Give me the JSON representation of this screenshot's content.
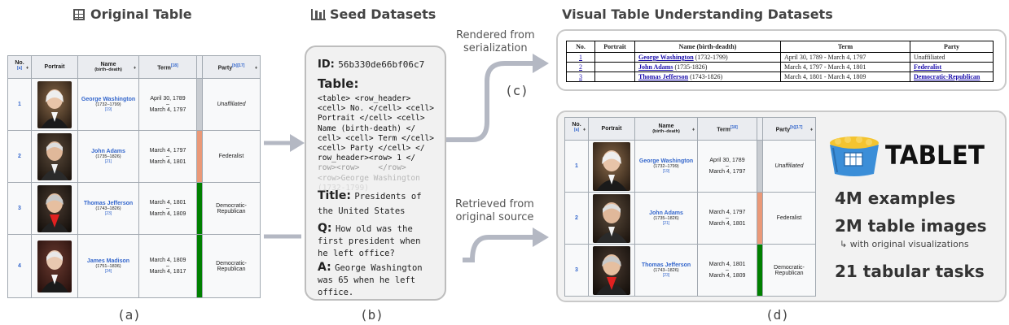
{
  "headers": {
    "original": "Original Table",
    "seed": "Seed Datasets",
    "visual": "Visual Table Understanding Datasets"
  },
  "panel_labels": {
    "a": "(a)",
    "b": "(b)",
    "c": "(c)",
    "d": "(d)"
  },
  "arrow_labels": {
    "rendered": [
      "Rendered from",
      "serialization"
    ],
    "retrieved": [
      "Retrieved from",
      "original source"
    ]
  },
  "original_table": {
    "headers": {
      "no": "No.",
      "no_ref": "[a]",
      "portrait": "Portrait",
      "name": "Name",
      "name_sub": "(birth–death)",
      "term": "Term",
      "term_ref": "[18]",
      "party": "Party",
      "party_ref": "[b][17]"
    },
    "rows": [
      {
        "no": "1",
        "name": "George Washington",
        "life": "(1732–1799)",
        "ref": "[19]",
        "term_start": "April 30, 1789",
        "dash": "–",
        "term_end": "March 4, 1797",
        "party": "Unaffiliated",
        "party2": "",
        "party_color": "#c8ccd1"
      },
      {
        "no": "2",
        "name": "John Adams",
        "life": "(1735–1826)",
        "ref": "[21]",
        "term_start": "March 4, 1797",
        "dash": "–",
        "term_end": "March 4, 1801",
        "party": "Federalist",
        "party2": "",
        "party_color": "#ea9978"
      },
      {
        "no": "3",
        "name": "Thomas Jefferson",
        "life": "(1743–1826)",
        "ref": "[23]",
        "term_start": "March 4, 1801",
        "dash": "–",
        "term_end": "March 4, 1809",
        "party": "Democratic-",
        "party2": "Republican",
        "party_color": "#008000"
      },
      {
        "no": "4",
        "name": "James Madison",
        "life": "(1751–1836)",
        "ref": "[24]",
        "term_start": "March 4, 1809",
        "dash": "–",
        "term_end": "March 4, 1817",
        "party": "Democratic-",
        "party2": "Republican",
        "party_color": "#008000"
      }
    ]
  },
  "seed": {
    "id_key": "ID:",
    "id_val": "56b330de66bf06c7",
    "table_key": "Table:",
    "table_lines": [
      "<table> <row_header>",
      "<cell> No. </cell> <cell>",
      "Portrait </cell> <cell>",
      "Name (birth-death) </",
      "cell> <cell> Term </cell>",
      "<cell> Party </cell> </",
      "row_header><row> 1 </"
    ],
    "table_fade_lines": [
      "row><row>    </row>",
      "<row>George Washington",
      "(1732-1799)"
    ],
    "title_key": "Title:",
    "title_lines": [
      "Presidents of",
      "the United States"
    ],
    "q_key": "Q:",
    "q_lines": [
      "How old was the",
      "first president when",
      "he left office?"
    ],
    "a_key": "A:",
    "a_lines": [
      "George Washington",
      "was 65 when he left",
      "office."
    ]
  },
  "serialized_table": {
    "headers": [
      "No.",
      "Portrait",
      "Name (birth-deadth)",
      "Term",
      "Party"
    ],
    "rows": [
      {
        "no": "1",
        "name": "George Washington",
        "life": " (1732-1799)",
        "term": "April 30, 1789 - March 4, 1797",
        "party": "Unaffiliated",
        "party_link": false
      },
      {
        "no": "2",
        "name": "John Adams",
        "life": " (1735-1826)",
        "term": "March 4, 1797 - March 4, 1801",
        "party": "Federalist",
        "party_link": true
      },
      {
        "no": "3",
        "name": "Thomas Jefferson",
        "life": " (1743-1826)",
        "term": "March 4, 1801 - March 4, 1809",
        "party": "Democratic-Republican",
        "party_link": true
      }
    ]
  },
  "tablet": {
    "name": "TABLET",
    "stats": [
      "4M examples",
      "2M table images",
      "21 tabular tasks"
    ],
    "note": "with original visualizations"
  },
  "colors": {
    "wiki_link": "#3366cc",
    "federalist": "#ea9978",
    "dem_rep": "#008000",
    "unaffiliated": "#c8ccd1",
    "arrow": "#b4b8c3"
  }
}
